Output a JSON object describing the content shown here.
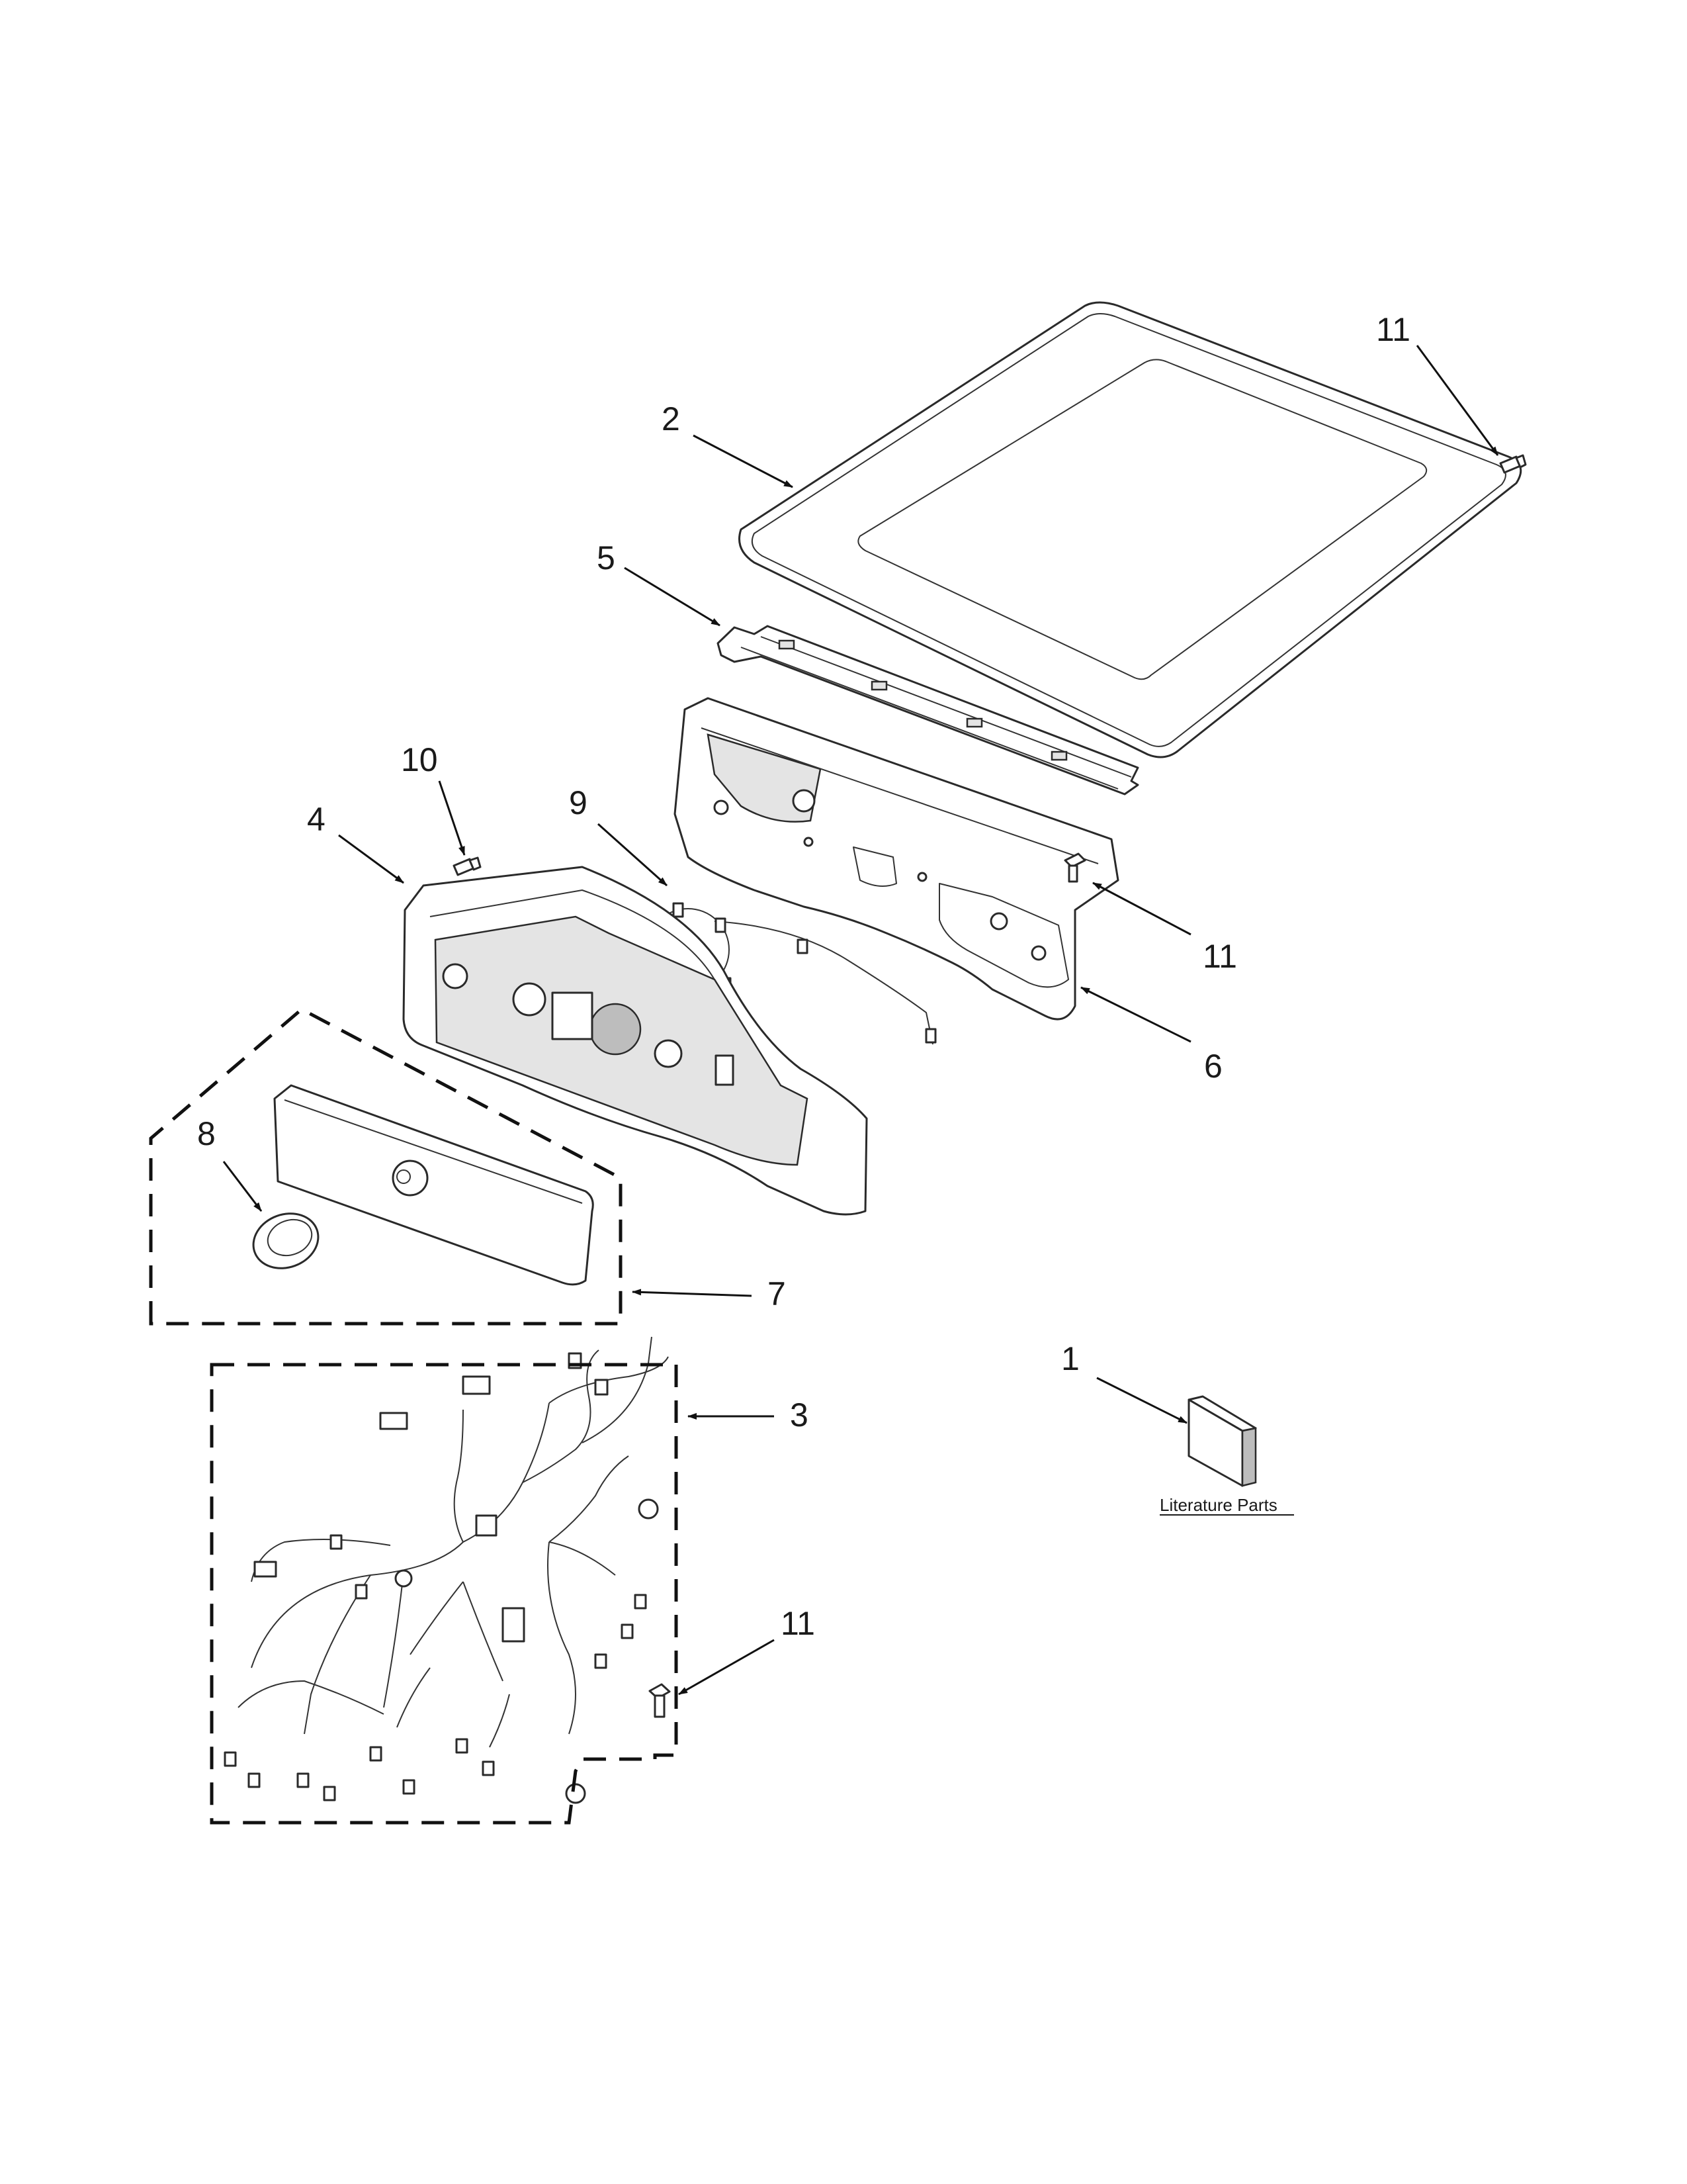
{
  "callouts": {
    "c1": "1",
    "c2": "2",
    "c3": "3",
    "c4": "4",
    "c5": "5",
    "c6": "6",
    "c7": "7",
    "c8": "8",
    "c9": "9",
    "c10": "10",
    "c11_top": "11",
    "c11_mid": "11",
    "c11_bottom": "11"
  },
  "literature": {
    "label": "Literature Parts"
  }
}
